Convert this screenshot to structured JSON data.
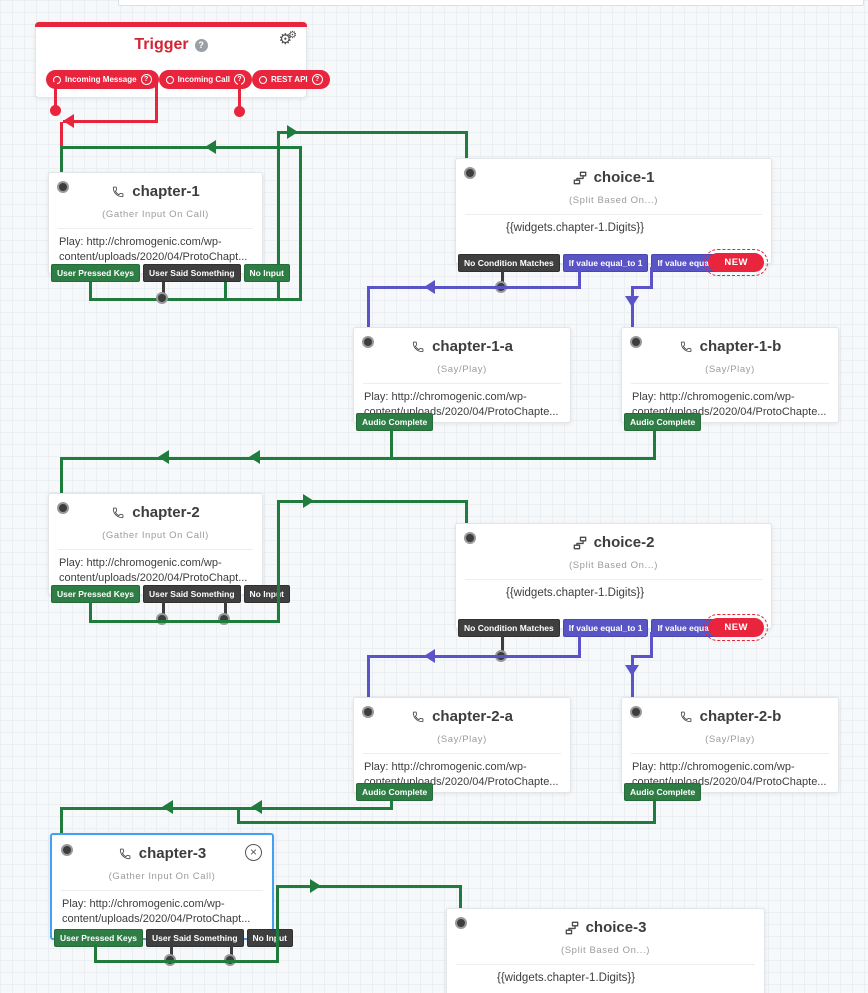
{
  "colors": {
    "red": "#e8253d",
    "green_line": "#1f7c3d",
    "green_tag": "#2e7d45",
    "purple": "#5a54c8",
    "dark_tag": "#3f3f3f",
    "selected_blue": "#42a0f5"
  },
  "icons": {
    "help_glyph": "?",
    "gear_glyph": "⚙",
    "close_glyph": "×"
  },
  "trigger": {
    "title": "Trigger",
    "pills": [
      {
        "label": "Incoming Message"
      },
      {
        "label": "Incoming Call"
      },
      {
        "label": "REST API"
      }
    ]
  },
  "widgets": {
    "chapter1": {
      "title": "chapter-1",
      "subtitle": "(Gather Input On Call)",
      "body": [
        "Play: http://chromogenic.com/wp-",
        "content/uploads/2020/04/ProtoChapt..."
      ],
      "tags": [
        "User Pressed Keys",
        "User Said Something",
        "No Input"
      ]
    },
    "choice1": {
      "title": "choice-1",
      "subtitle": "(Split Based On...)",
      "body": [
        "{{widgets.chapter-1.Digits}}"
      ],
      "tags": [
        "No Condition Matches",
        "If value equal_to 1",
        "If value equal_to 2"
      ],
      "new_label": "NEW"
    },
    "chapter1a": {
      "title": "chapter-1-a",
      "subtitle": "(Say/Play)",
      "body": [
        "Play: http://chromogenic.com/wp-",
        "content/uploads/2020/04/ProtoChapte..."
      ],
      "tags": [
        "Audio Complete"
      ]
    },
    "chapter1b": {
      "title": "chapter-1-b",
      "subtitle": "(Say/Play)",
      "body": [
        "Play: http://chromogenic.com/wp-",
        "content/uploads/2020/04/ProtoChapte..."
      ],
      "tags": [
        "Audio Complete"
      ]
    },
    "chapter2": {
      "title": "chapter-2",
      "subtitle": "(Gather Input On Call)",
      "body": [
        "Play: http://chromogenic.com/wp-",
        "content/uploads/2020/04/ProtoChapt..."
      ],
      "tags": [
        "User Pressed Keys",
        "User Said Something",
        "No Input"
      ]
    },
    "choice2": {
      "title": "choice-2",
      "subtitle": "(Split Based On...)",
      "body": [
        "{{widgets.chapter-1.Digits}}"
      ],
      "tags": [
        "No Condition Matches",
        "If value equal_to 1",
        "If value equal_to 2"
      ],
      "new_label": "NEW"
    },
    "chapter2a": {
      "title": "chapter-2-a",
      "subtitle": "(Say/Play)",
      "body": [
        "Play: http://chromogenic.com/wp-",
        "content/uploads/2020/04/ProtoChapte..."
      ],
      "tags": [
        "Audio Complete"
      ]
    },
    "chapter2b": {
      "title": "chapter-2-b",
      "subtitle": "(Say/Play)",
      "body": [
        "Play: http://chromogenic.com/wp-",
        "content/uploads/2020/04/ProtoChapte..."
      ],
      "tags": [
        "Audio Complete"
      ]
    },
    "chapter3": {
      "title": "chapter-3",
      "subtitle": "(Gather Input On Call)",
      "body": [
        "Play: http://chromogenic.com/wp-",
        "content/uploads/2020/04/ProtoChapt..."
      ],
      "tags": [
        "User Pressed Keys",
        "User Said Something",
        "No Input"
      ]
    },
    "choice3": {
      "title": "choice-3",
      "subtitle": "(Split Based On...)",
      "body": [
        "{{widgets.chapter-1.Digits}}"
      ]
    }
  }
}
